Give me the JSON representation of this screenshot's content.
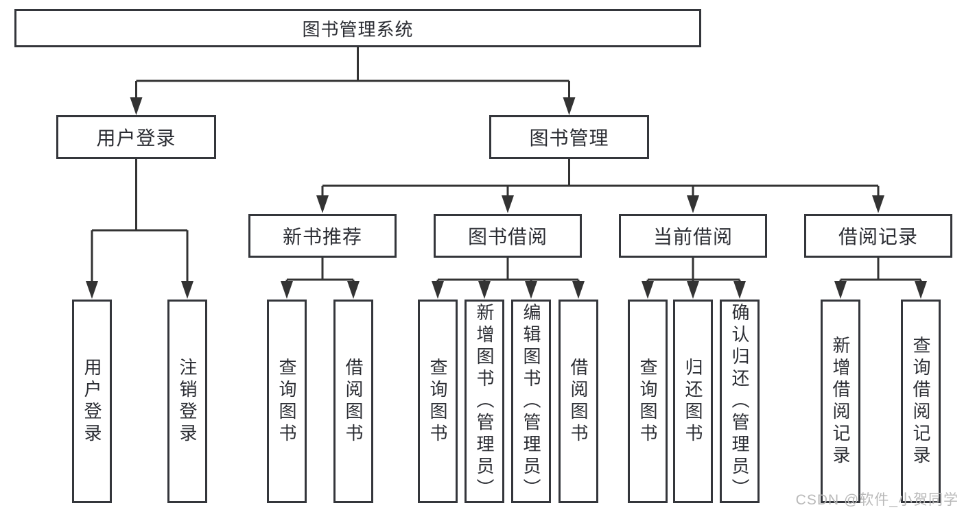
{
  "watermark": "CSDN @软件_小贺同学",
  "colors": {
    "line": "#333333",
    "box_border": "#34363b",
    "text": "#2b2d33",
    "watermark": "#b9b9b9",
    "background": "#ffffff"
  },
  "tree": {
    "label": "图书管理系统",
    "children": [
      {
        "label": "用户登录",
        "children": [
          {
            "label": "用户登录"
          },
          {
            "label": "注销登录"
          }
        ]
      },
      {
        "label": "图书管理",
        "children": [
          {
            "label": "新书推荐",
            "children": [
              {
                "label": "查询图书"
              },
              {
                "label": "借阅图书"
              }
            ]
          },
          {
            "label": "图书借阅",
            "children": [
              {
                "label": "查询图书"
              },
              {
                "label": "新增图书（管理员）"
              },
              {
                "label": "编辑图书（管理员）"
              },
              {
                "label": "借阅图书"
              }
            ]
          },
          {
            "label": "当前借阅",
            "children": [
              {
                "label": "查询图书"
              },
              {
                "label": "归还图书"
              },
              {
                "label": "确认归还（管理员）"
              }
            ]
          },
          {
            "label": "借阅记录",
            "children": [
              {
                "label": "新增借阅记录"
              },
              {
                "label": "查询借阅记录"
              }
            ]
          }
        ]
      }
    ]
  }
}
